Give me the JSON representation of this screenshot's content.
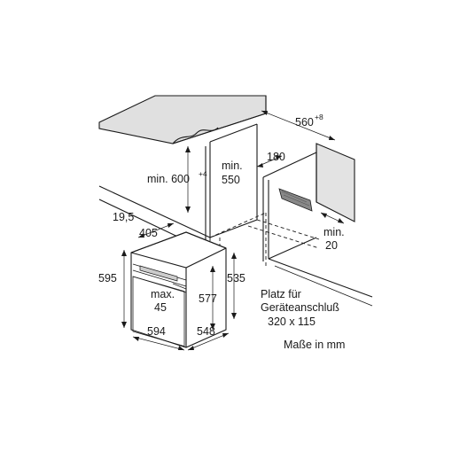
{
  "dimensions": {
    "niche_width": "560",
    "niche_width_tol": "+8",
    "cabinet_height": "min. 600",
    "cabinet_height_tol": "+4",
    "niche_depth_line1": "min.",
    "niche_depth_line2": "550",
    "rear_gap": "180",
    "side_gap_line1": "min.",
    "side_gap_line2": "20",
    "front_panel_offset": "19,5",
    "handle_depth": "405",
    "overall_height": "595",
    "door_opening_line1": "max.",
    "door_opening_line2": "45",
    "body_height": "577",
    "side_height": "535",
    "overall_width": "594",
    "overall_depth": "548"
  },
  "notes": {
    "connection_line1": "Platz für",
    "connection_line2": "Geräteanschluß",
    "connection_line3": "320 x 115",
    "units": "Maße in mm"
  }
}
